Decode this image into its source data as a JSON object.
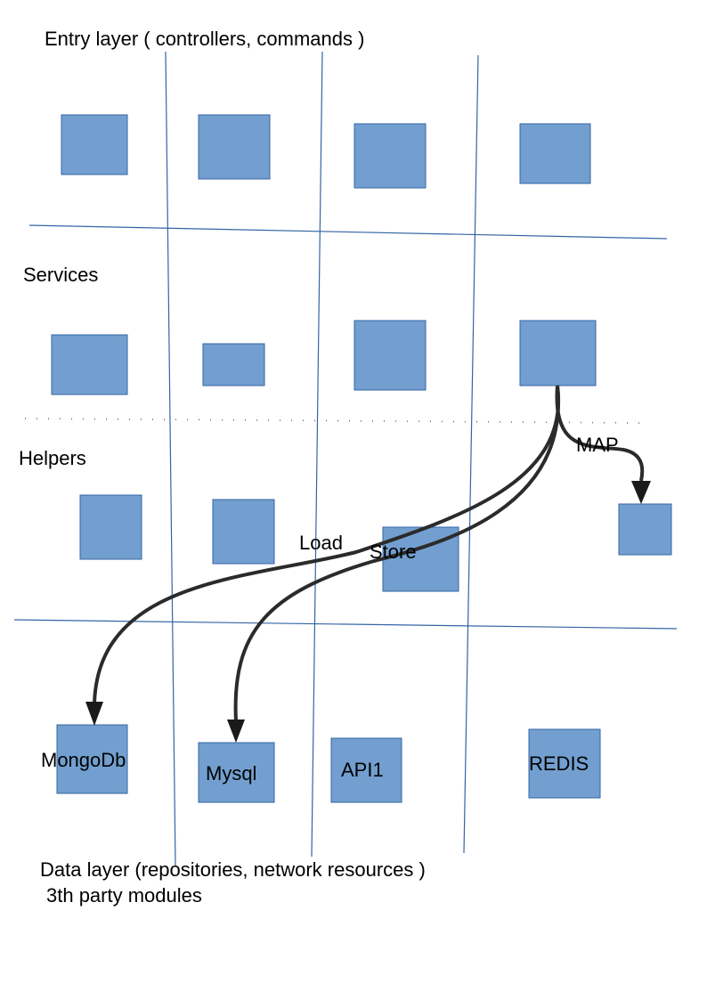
{
  "layers": {
    "entry": "Entry layer ( controllers, commands )",
    "services": "Services",
    "helpers": "Helpers",
    "data_line1": "Data layer (repositories, network resources )",
    "data_line2": "3th party modules"
  },
  "arrows": {
    "map": "MAP",
    "load": "Load",
    "store": "Store"
  },
  "data_modules": {
    "mongodb": "MongoDb",
    "mysql": "Mysql",
    "api1": "API1",
    "redis": "REDIS"
  },
  "colors": {
    "box_fill": "#729fcf",
    "box_stroke": "#3465a4",
    "grid_line": "#3465a4",
    "arrow": "#2b2b2b"
  }
}
